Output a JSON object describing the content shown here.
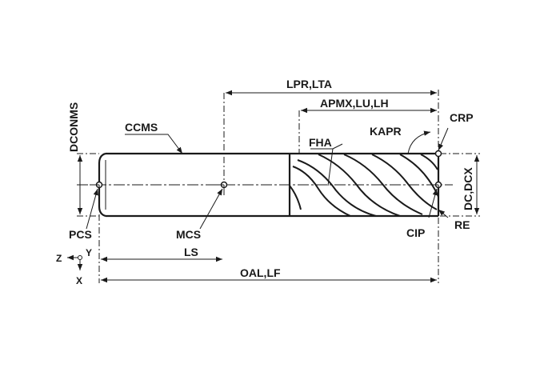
{
  "labels": {
    "lpr_lta": "LPR,LTA",
    "apmx_lu_lh": "APMX,LU,LH",
    "crp": "CRP",
    "kapr": "KAPR",
    "dconms": "DCONMS",
    "ccms": "CCMS",
    "fha": "FHA",
    "dc_dcx": "DC,DCX",
    "re": "RE",
    "cip": "CIP",
    "pcs": "PCS",
    "mcs": "MCS",
    "ls": "LS",
    "oal_lf": "OAL,LF",
    "axis_z": "Z",
    "axis_y": "Y",
    "axis_x": "X"
  },
  "colors": {
    "line": "#1a1a1a",
    "background": "#ffffff"
  }
}
